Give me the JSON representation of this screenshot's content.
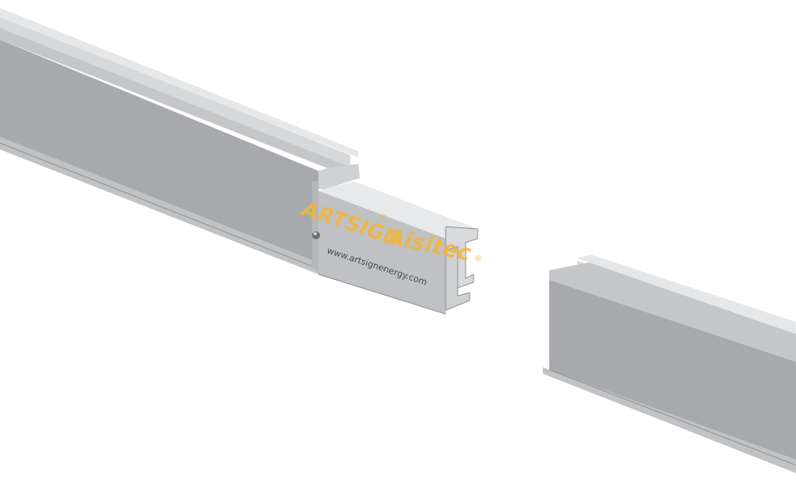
{
  "watermark": {
    "brand_left": "ARTSIGN",
    "brand_right": "Aisitec",
    "website": "www.artsignenergy.com",
    "registered_mark": "®"
  },
  "colors": {
    "background": "#ffffff",
    "rail_face": "#a9abae",
    "rail_top": "#d7d9db",
    "rail_edge": "#8e9093",
    "connector_face": "#bfc1c4",
    "connector_light": "#e9eaeb",
    "watermark_yellow": "#f2b63a",
    "watermark_teal": "#3aa7b7",
    "text_dark": "#333333"
  }
}
